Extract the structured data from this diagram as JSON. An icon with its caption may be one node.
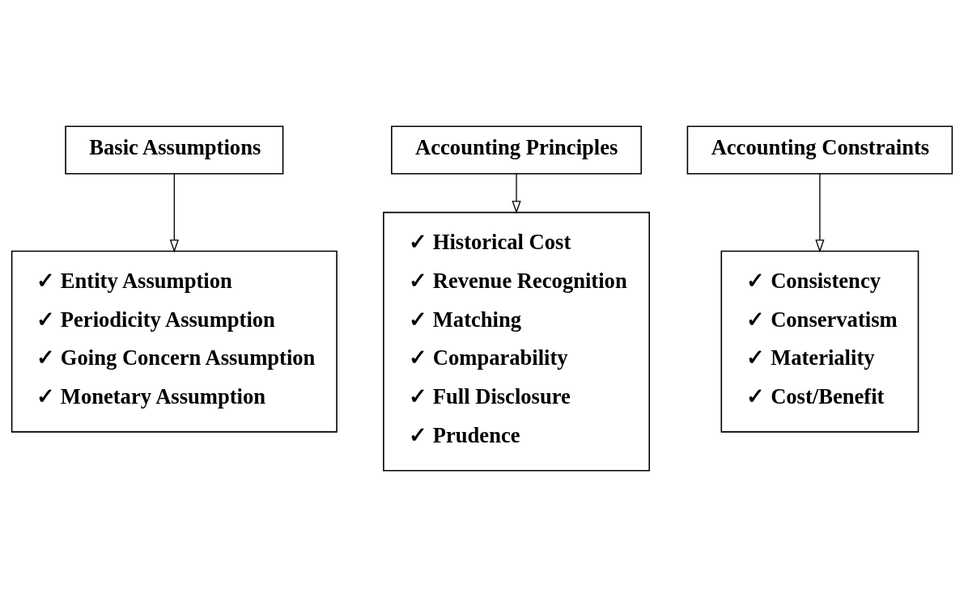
{
  "diagram": {
    "nodes": [
      {
        "text": [
          "Basic Assumptions"
        ]
      },
      {
        "text": [
          "✓ Entity Assumption",
          "✓ Periodicity Assumption",
          "✓ Going Concern Assumption",
          "✓ Monetary Assumption"
        ]
      },
      {
        "text": [
          "Accounting Principles"
        ]
      },
      {
        "text": [
          "✓ Historical Cost",
          "✓ Revenue Recognition",
          "✓ Matching",
          "✓ Comparability",
          "✓ Full Disclosure",
          "✓ Prudence"
        ]
      },
      {
        "text": [
          "Accounting Constraints"
        ]
      },
      {
        "text": [
          "✓ Consistency",
          "✓ Conservatism",
          "✓ Materiality",
          "✓ Cost/Benefit"
        ]
      }
    ],
    "edges": [
      {
        "from": 0,
        "to": 1,
        "arrow": "to"
      },
      {
        "from": 2,
        "to": 3,
        "arrow": "to"
      },
      {
        "from": 4,
        "to": 5,
        "arrow": "to"
      }
    ]
  }
}
